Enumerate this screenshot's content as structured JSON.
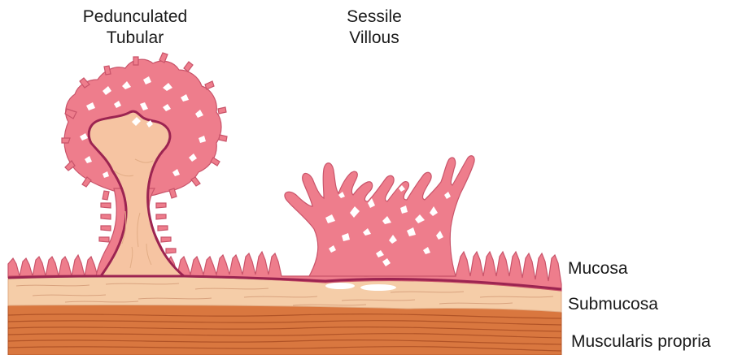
{
  "labels": {
    "pedunculated_line1": "Pedunculated",
    "pedunculated_line2": "Tubular",
    "sessile_line1": "Sessile",
    "sessile_line2": "Villous",
    "mucosa": "Mucosa",
    "submucosa": "Submucosa",
    "muscularis": "Muscularis propria"
  },
  "colors": {
    "mucosa": "#ee7d8c",
    "mucosa_edge": "#c9546a",
    "lamina": "#f6c4a2",
    "muscularis_mucosae": "#9c2451",
    "submucosa": "#f5cda8",
    "submucosa_lines": "#d9a37f",
    "muscularis": "#d9773f",
    "muscularis_lines": "#a4481f",
    "lumen_gap": "#ffffff"
  }
}
